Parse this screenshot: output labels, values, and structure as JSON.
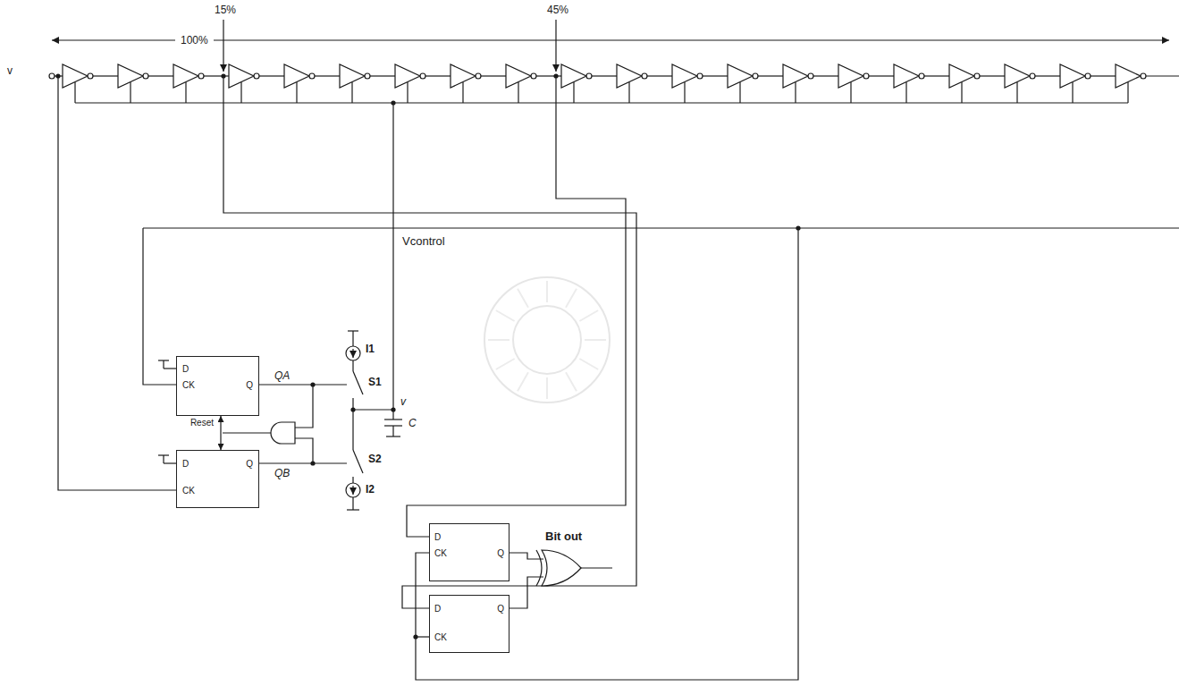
{
  "diagram": {
    "nodes": [
      {
        "text": [
          "D",
          "CK",
          "Q"
        ]
      },
      {
        "text": [
          "D",
          "Q",
          "CK"
        ]
      },
      {
        "text": [
          "D",
          "CK",
          "Q"
        ]
      },
      {
        "text": [
          "D",
          "Q",
          "CK"
        ]
      }
    ],
    "edges": [
      {
        "from": 0,
        "to": 1,
        "arrow": "both",
        "label": "Reset"
      }
    ],
    "labels": [
      "15%",
      "45%",
      "100%",
      "v",
      "Vcontrol",
      "I1",
      "QA",
      "S1",
      "v",
      "C",
      "S2",
      "QB",
      "I2",
      "Bit out"
    ]
  }
}
